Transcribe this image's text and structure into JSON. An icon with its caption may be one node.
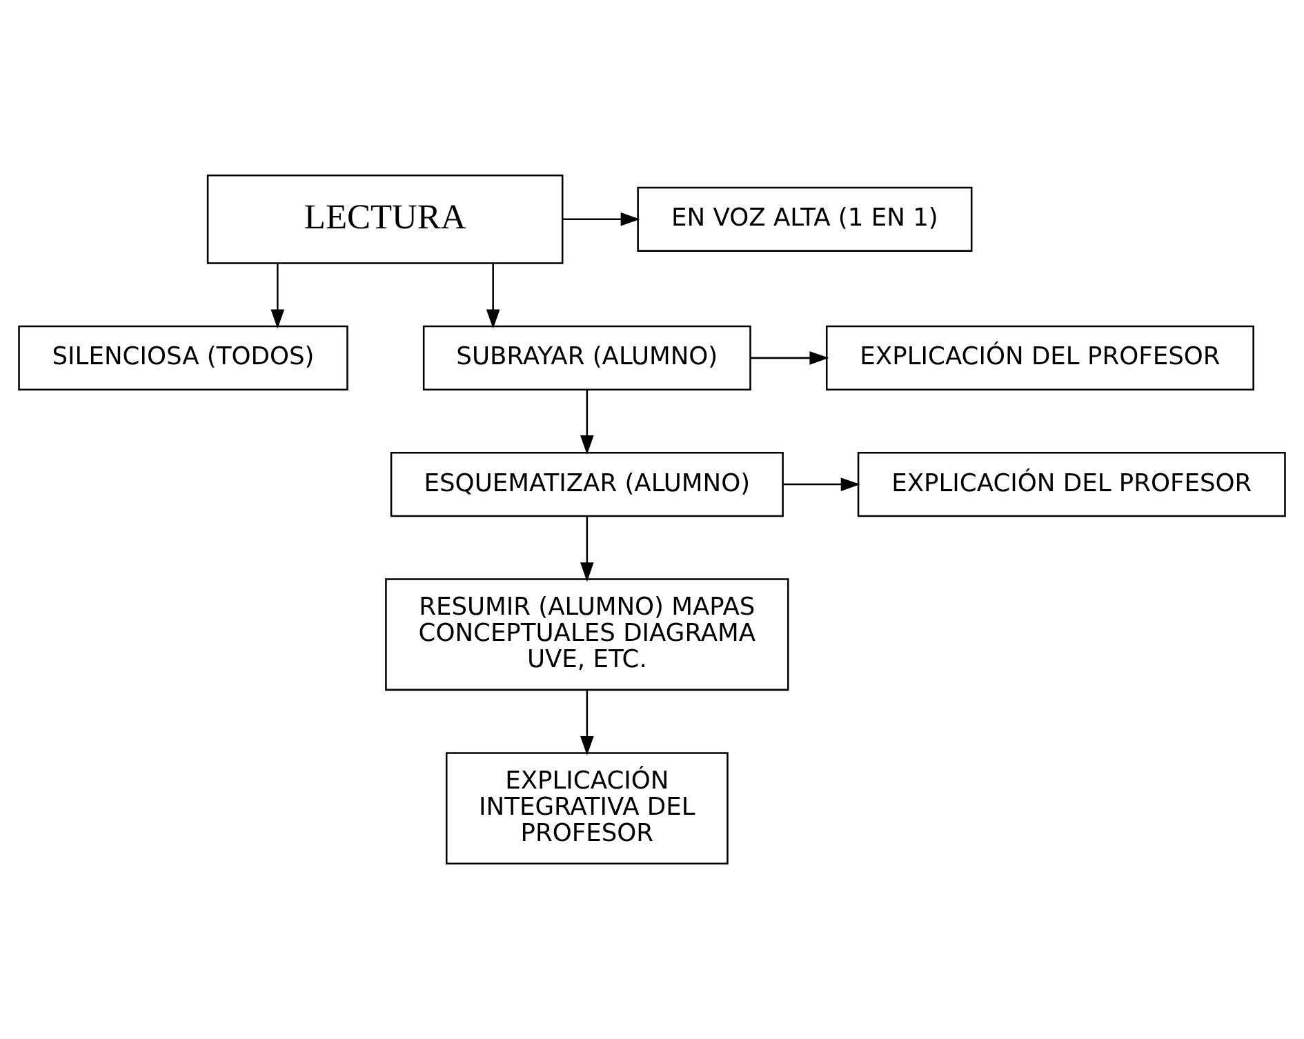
{
  "diagram": {
    "nodes": [
      {
        "text": [
          "LECTURA"
        ]
      },
      {
        "text": [
          "EN VOZ ALTA (1 EN 1)"
        ]
      },
      {
        "text": [
          "SILENCIOSA (TODOS)"
        ]
      },
      {
        "text": [
          "SUBRAYAR (ALUMNO)"
        ]
      },
      {
        "text": [
          "EXPLICACIÓN DEL PROFESOR"
        ]
      },
      {
        "text": [
          "ESQUEMATIZAR (ALUMNO)"
        ]
      },
      {
        "text": [
          "EXPLICACIÓN DEL PROFESOR"
        ]
      },
      {
        "text": [
          "RESUMIR (ALUMNO) MAPAS CONCEPTUALES DIAGRAMA UVE, ETC."
        ]
      },
      {
        "text": [
          "EXPLICACIÓN INTEGRATIVA DEL PROFESOR"
        ]
      }
    ],
    "edges": [
      {
        "from": 0,
        "to": 1,
        "arrow": "to"
      },
      {
        "from": 0,
        "to": 2,
        "arrow": "to"
      },
      {
        "from": 0,
        "to": 3,
        "arrow": "to"
      },
      {
        "from": 3,
        "to": 4,
        "arrow": "to"
      },
      {
        "from": 3,
        "to": 5,
        "arrow": "to"
      },
      {
        "from": 5,
        "to": 6,
        "arrow": "to"
      },
      {
        "from": 5,
        "to": 7,
        "arrow": "to"
      },
      {
        "from": 7,
        "to": 8,
        "arrow": "to"
      }
    ]
  }
}
